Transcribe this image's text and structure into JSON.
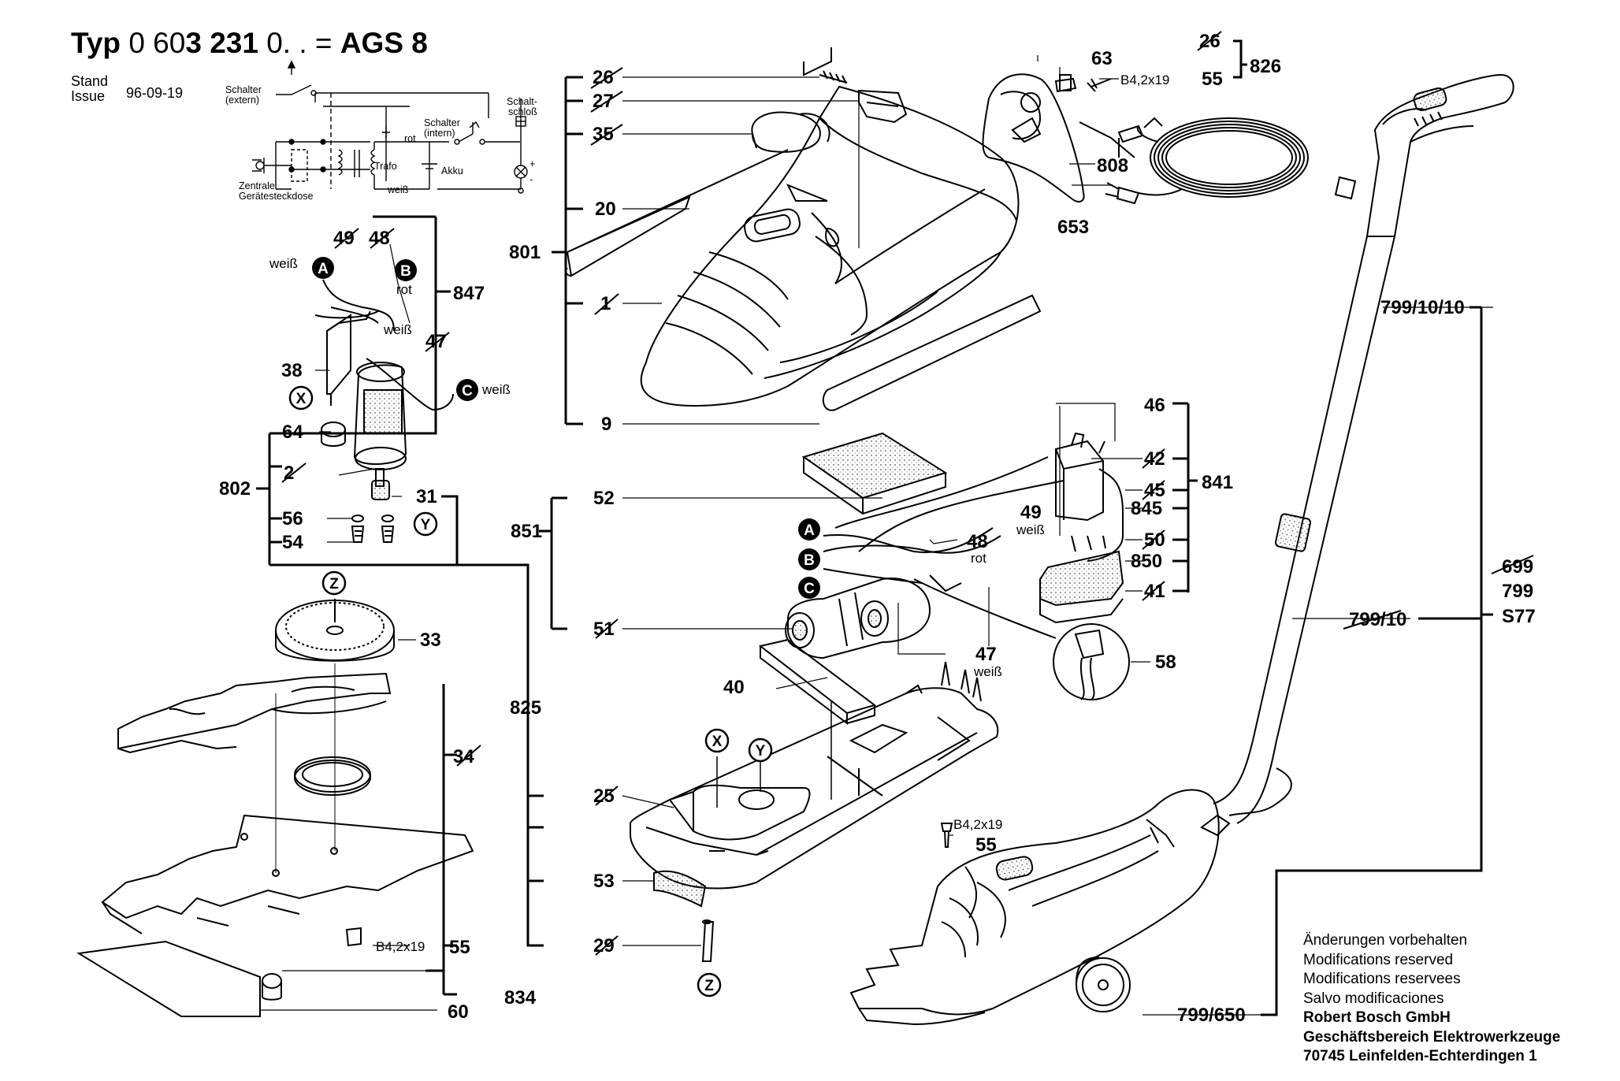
{
  "header": {
    "typ_label": "Typ",
    "typ_prefix": "0 60",
    "typ_bold": "3 231",
    "typ_suffix": "0.  .  =",
    "model": "AGS 8",
    "stand_label": "Stand",
    "issue_label": "Issue",
    "date": "96-09-19"
  },
  "schematic": {
    "schalter_extern_1": "Schalter",
    "schalter_extern_2": "(extern)",
    "schalter_intern_1": "Schalter",
    "schalter_intern_2": "(intern)",
    "schaltschloss_1": "Schalt-",
    "schaltschloss_2": "schloß",
    "rot": "rot",
    "weiss": "weiß",
    "trafo": "Trafo",
    "akku": "Akku",
    "zentrale_1": "Zentrale",
    "zentrale_2": "Gerätesteckdose",
    "plus": "+",
    "minus": "-"
  },
  "labels": {
    "p26": "26",
    "p27": "27",
    "p35": "35",
    "p20": "20",
    "p801": "801",
    "p1": "1",
    "p9": "9",
    "p63": "63",
    "screw_b42x19": "B4,2x19",
    "p55": "55",
    "p826": "826",
    "p808": "808",
    "p653": "653",
    "p49": "49",
    "p48": "48",
    "p847": "847",
    "p47": "47",
    "p38": "38",
    "p64": "64",
    "p2": "2",
    "p802": "802",
    "p31": "31",
    "p56": "56",
    "p54": "54",
    "p33": "33",
    "p825": "825",
    "p34": "34",
    "p834": "834",
    "p60": "60",
    "p46": "46",
    "p42": "42",
    "p45": "45",
    "p841": "841",
    "p845": "845",
    "p50": "50",
    "p850": "850",
    "p41": "41",
    "p52": "52",
    "p851": "851",
    "p51": "51",
    "p58": "58",
    "p40": "40",
    "p25": "25",
    "p53": "53",
    "p29": "29",
    "p799_10_10": "799/10/10",
    "p799_10": "799/10",
    "p699": "699",
    "p799": "799",
    "s77": "S77",
    "p799_650": "799/650",
    "weiss": "weiß",
    "rot": "rot",
    "mA": "A",
    "mB": "B",
    "mC": "C",
    "mX": "X",
    "mY": "Y",
    "mZ": "Z"
  },
  "footer": {
    "line1": "Änderungen vorbehalten",
    "line2": "Modifications reserved",
    "line3": "Modifications reservees",
    "line4": "Salvo modificaciones",
    "company1": "Robert Bosch GmbH",
    "company2": "Geschäftsbereich Elektrowerkzeuge",
    "company3": "70745 Leinfelden-Echterdingen 1"
  }
}
